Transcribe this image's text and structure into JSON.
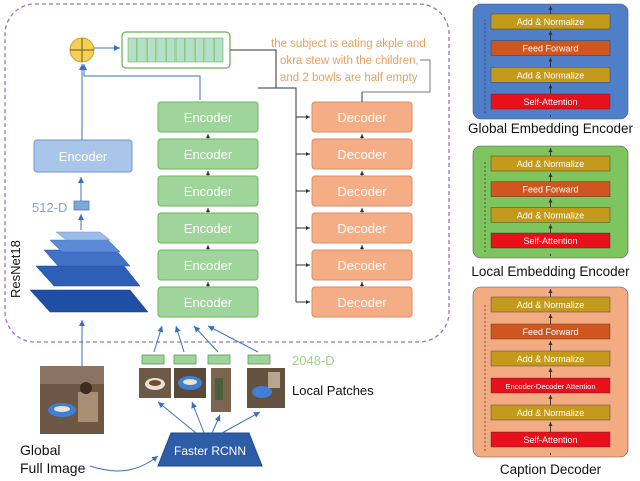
{
  "main": {
    "caption_text": [
      "the subject is eating akple and",
      "okra stew with the children,",
      "and 2 bowls are half empty"
    ],
    "encoder_label": "Encoder",
    "decoder_label": "Decoder",
    "global_encoder_label": "Encoder",
    "dim_512": "512-D",
    "dim_2048": "2048-D",
    "resnet_label": "ResNet18",
    "faster_rcnn_label": "Faster RCNN",
    "local_patches_label": "Local Patches",
    "global_image_label": [
      "Global",
      "Full Image"
    ],
    "colors": {
      "encoder_fill": "#9fd59a",
      "decoder_fill": "#f5ad86",
      "global_encoder_fill": "#a9c6ea",
      "caption_color": "#e8a062",
      "dim512_color": "#7ea6d8",
      "dim2048_color": "#a6cf8c",
      "faster_rcnn_fill": "#2e5da8",
      "dashed_border": "#9b72c9",
      "sum_circle_fill": "#f6cf56"
    }
  },
  "panels": [
    {
      "title": "Global Embedding Encoder",
      "fill": "#4f7fc9",
      "blocks": [
        "Add & Normalize",
        "Feed Forward",
        "Add & Normalize",
        "Self-Attention"
      ]
    },
    {
      "title": "Local Embedding Encoder",
      "fill": "#7ec45f",
      "blocks": [
        "Add & Normalize",
        "Feed Forward",
        "Add & Normalize",
        "Self-Attention"
      ]
    },
    {
      "title": "Caption Decoder",
      "fill": "#f3ab82",
      "blocks": [
        "Add & Normalize",
        "Feed Forward",
        "Add & Normalize",
        "Encoder-Decoder Attention",
        "Add & Normalize",
        "Self-Attention"
      ]
    }
  ],
  "block_colors": {
    "Add & Normalize": "#c49a1c",
    "Feed Forward": "#d0561f",
    "Self-Attention": "#e8101a",
    "Encoder-Decoder Attention": "#e8101a"
  }
}
